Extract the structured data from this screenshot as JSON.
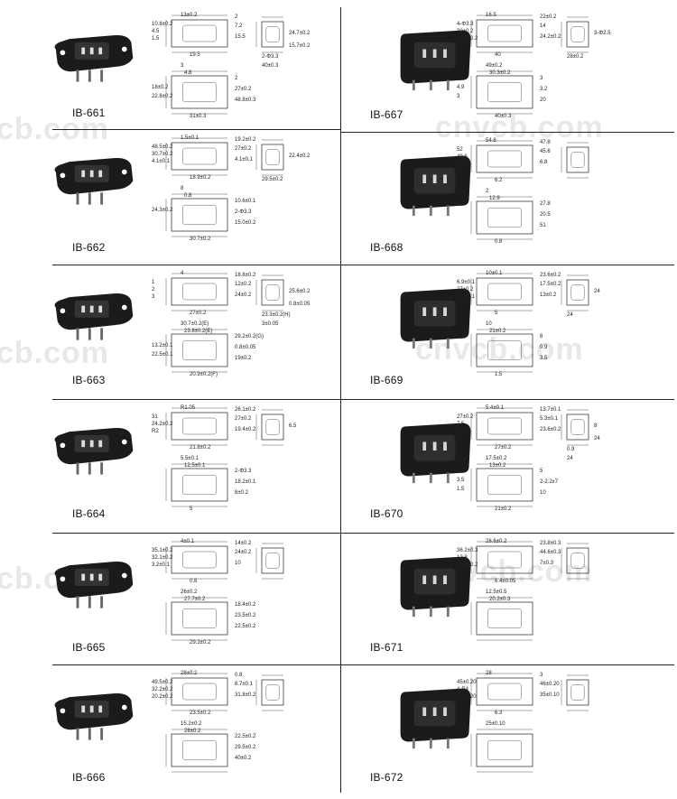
{
  "watermark": "cnvcb.com",
  "watermark_left": "cb.com",
  "cells": [
    {
      "model": "IB-661",
      "dims": [
        "10.8±0.2",
        "4.5",
        "1.5",
        "13±0.2",
        "2",
        "7.2",
        "15.5",
        "19.5",
        "3",
        "4.8",
        "2",
        "27±0.2",
        "48.8±0.3",
        "31±0.3",
        "24.7±0.2",
        "2-Φ3.3",
        "18±0.2",
        "22.8±0.2",
        "40±0.3",
        "15.7±0.2"
      ]
    },
    {
      "model": "IB-667",
      "dims": [
        "4-Φ3.3",
        "30±0.2",
        "26.1±0.2",
        "16.5",
        "22±0.2",
        "14",
        "24.2±0.2",
        "40",
        "49±0.2",
        "30.3±0.2",
        "3",
        "3.2",
        "20",
        "40±0.3",
        "3-Φ2.5",
        "28±0.2",
        "4.9",
        "3"
      ]
    },
    {
      "model": "IB-662",
      "dims": [
        "48.5±0.2",
        "30.7±0.2",
        "4.1±0.1",
        "1.5±0.1",
        "19.2±0.2",
        "27±0.2",
        "4.1±0.1",
        "18.9±0.2",
        "8",
        "0.8",
        "10.6±0.1",
        "2-Φ3.3",
        "15.0±0.2",
        "30.7±0.2",
        "22.4±0.2",
        "29.5±0.2",
        "24.3±0.2"
      ]
    },
    {
      "model": "IB-668",
      "dims": [
        "52",
        "49.6",
        "30",
        "54.8",
        "47.8",
        "45.6",
        "6.8",
        "6.2",
        "2",
        "12.9",
        "27.8",
        "20.5",
        "51",
        "0.8"
      ]
    },
    {
      "model": "IB-663",
      "dims": [
        "1",
        "2",
        "3",
        "4",
        "18.8±0.2",
        "12±0.2",
        "24±0.2",
        "27±0.2",
        "30.7±0.2(E)",
        "23.8±0.2(E)",
        "29.2±0.2(G)",
        "0.8±0.05",
        "19±0.2",
        "20.9±0.2(F)",
        "25.6±0.2",
        "23.3±0.2(H)",
        "13.2±0.1",
        "22.5±0.1",
        "3±0.05",
        "0.8±0.05"
      ]
    },
    {
      "model": "IB-669",
      "dims": [
        "6.9±0.1",
        "27±0.2",
        "1.3±0.1",
        "10±0.1",
        "23.6±0.2",
        "17.5±0.2",
        "13±0.2",
        "5",
        "10",
        "21±0.2",
        "8",
        "0.9",
        "3.5",
        "1.5",
        "24",
        "24"
      ]
    },
    {
      "model": "IB-664",
      "dims": [
        "31",
        "24.2±0.2",
        "R2",
        "R1.05",
        "26.1±0.2",
        "27±0.2",
        "19.4±0.2",
        "21.8±0.2",
        "5.5±0.1",
        "12.5±0.1",
        "2-Φ3.3",
        "18.2±0.1",
        "8±0.2",
        "5",
        "6.5"
      ]
    },
    {
      "model": "IB-670",
      "dims": [
        "27±0.2",
        "7.5",
        "10",
        "5.4±0.1",
        "13.7±0.1",
        "5.3±0.1",
        "23.6±0.2",
        "27±0.2",
        "17.5±0.2",
        "13±0.2",
        "5",
        "2-2.2x7",
        "10",
        "21±0.2",
        "8",
        "0.9",
        "3.5",
        "1.5",
        "24",
        "24"
      ]
    },
    {
      "model": "IB-665",
      "dims": [
        "35.1±0.2",
        "32.1±0.2",
        "3.2±0.1",
        "4±0.1",
        "14±0.2",
        "24±0.2",
        "10",
        "0.8",
        "26±0.2",
        "27.7±0.2",
        "18.4±0.2",
        "23.5±0.2",
        "22.5±0.2",
        "29.3±0.2"
      ]
    },
    {
      "model": "IB-671",
      "dims": [
        "36.2±0.3",
        "12.8",
        "30.6±0.2",
        "28.6±0.2",
        "23.8±0.3",
        "44.6±0.3",
        "7±0.3",
        "6.4±0.05",
        "12.5±0.5",
        "20.2±0.3"
      ]
    },
    {
      "model": "IB-666",
      "dims": [
        "49.5±0.2",
        "32.2±0.2",
        "20.2±0.2",
        "28±0.2",
        "0.8",
        "8.7±0.1",
        "31.8±0.2",
        "23.5±0.2",
        "15.2±0.2",
        "28±0.2",
        "22.5±0.2",
        "29.5±0.2",
        "40±0.2"
      ]
    },
    {
      "model": "IB-672",
      "dims": [
        "45±0.20",
        "4-R4",
        "35±0.20",
        "28",
        "3",
        "46±0.20",
        "35±0.10",
        "6.3",
        "25±0.10"
      ]
    }
  ]
}
